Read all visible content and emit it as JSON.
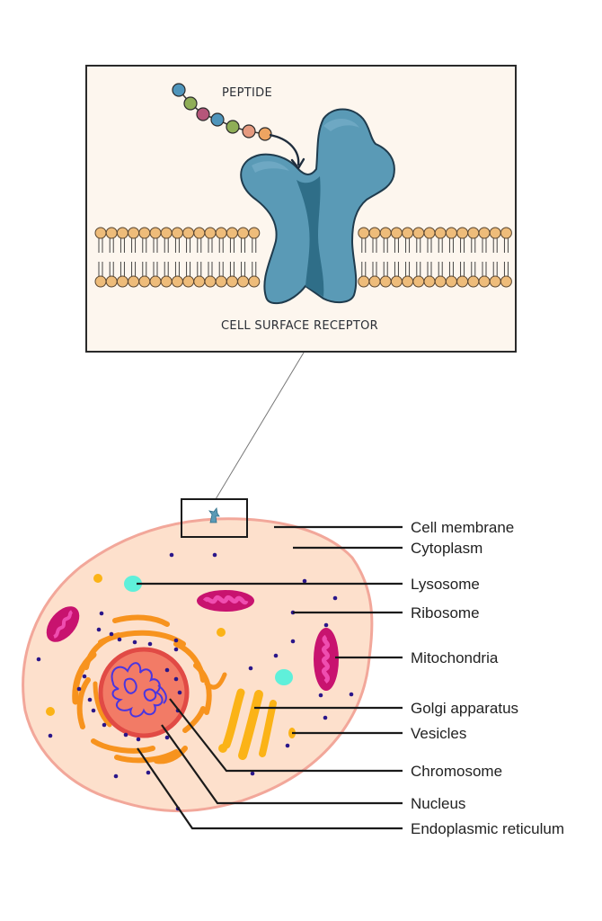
{
  "inset": {
    "peptide_label": "PEPTIDE",
    "receptor_label": "CELL SURFACE RECEPTOR",
    "peptide_bead_colors": [
      "#4f95bb",
      "#8fae57",
      "#b5567a",
      "#4f95bb",
      "#8fae57",
      "#e59a7f",
      "#eea461"
    ],
    "background_color": "#fdf6ee",
    "receptor_color": "#5a9ab6",
    "receptor_dark_color": "#2f6e88",
    "lipid_head_color": "#eebc7a"
  },
  "cell": {
    "cytoplasm_color": "#fde0cc",
    "membrane_color": "#f2a79a",
    "nucleus_color": "#f27b66",
    "nuclear_envelope_color": "#e14a45",
    "chromosome_color": "#4a35e0",
    "er_color": "#f7931e",
    "golgi_color": "#fbb317",
    "mitochondria_color": "#c8136f",
    "mitochondria_inner_color": "#ef4db0",
    "lysosome_color": "#5ff0da",
    "ribosome_color": "#2a168a"
  },
  "labels": [
    "Cell membrane",
    "Cytoplasm",
    "Lysosome",
    "Ribosome",
    "Mitochondria",
    "Golgi apparatus",
    "Vesicles",
    "Chromosome",
    "Nucleus",
    "Endoplasmic reticulum"
  ]
}
